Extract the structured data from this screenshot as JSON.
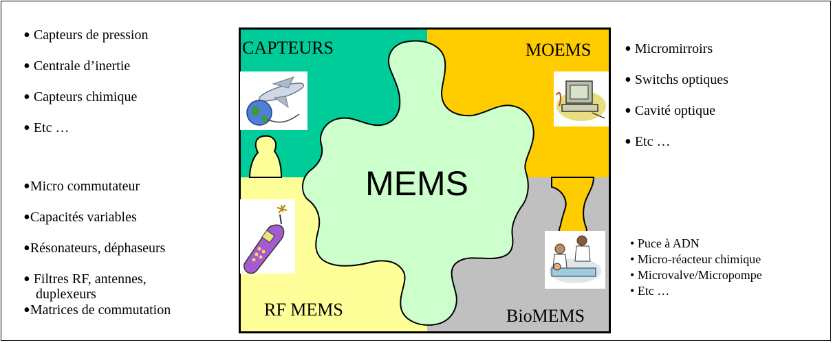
{
  "left_top": [
    "Capteurs de pression",
    "Centrale d’inertie",
    "Capteurs chimique",
    "Etc …"
  ],
  "left_bottom": [
    "Micro commutateur",
    "Capacités variables",
    "Résonateurs, déphaseurs",
    "Filtres RF, antennes,",
    "duplexeurs",
    "Matrices de commutation"
  ],
  "right_top": [
    "Micromirroirs",
    "Switchs optiques",
    "Cavité optique",
    "Etc …"
  ],
  "right_bottom": [
    "Puce à ADN",
    "Micro-réacteur chimique",
    "Microvalve/Micropompe",
    "Etc …"
  ],
  "quadrants": {
    "capteurs": "CAPTEURS",
    "moems": "MOEMS",
    "rf_mems": "RF MEMS",
    "biomems": "BioMEMS",
    "center": "MEMS"
  },
  "colors": {
    "capteurs": "#00cc99",
    "moems": "#ffcc00",
    "rf_mems": "#ffff99",
    "biomems": "#c0c0c0",
    "center": "#ccffcc"
  }
}
